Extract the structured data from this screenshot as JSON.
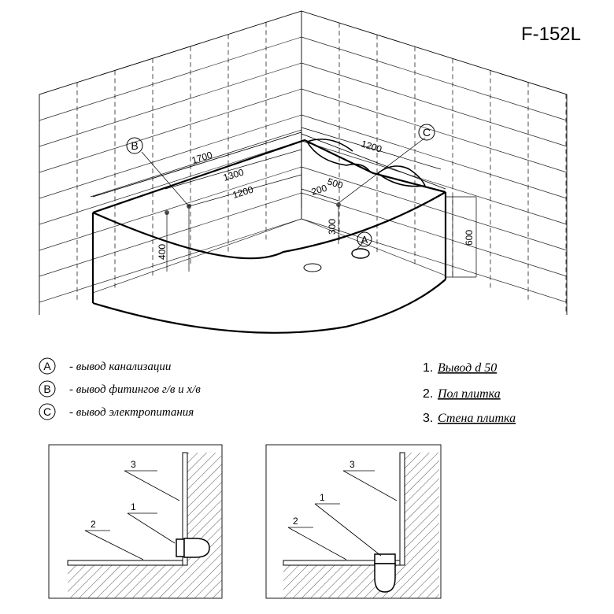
{
  "model": "F-152L",
  "dimensions": {
    "length_outer": "1700",
    "length_inner": "1300",
    "length_wall": "1200",
    "width_outer": "1200",
    "corner_radius": "500",
    "offset": "200",
    "fitting_height": "300",
    "apron_height": "400",
    "total_height": "600"
  },
  "markers": {
    "a": "A",
    "b": "B",
    "c": "C"
  },
  "legend": [
    {
      "letter": "A",
      "text": "- вывод канализации"
    },
    {
      "letter": "B",
      "text": "- вывод фитингов г/в и х/в"
    },
    {
      "letter": "C",
      "text": "- вывод электропитания"
    }
  ],
  "notes": [
    {
      "num": "1.",
      "text": "Вывод d 50"
    },
    {
      "num": "2.",
      "text": "Пол плитка"
    },
    {
      "num": "3.",
      "text": "Стена плитка"
    }
  ],
  "detail_labels": {
    "one": "1",
    "two": "2",
    "three": "3"
  },
  "colors": {
    "line": "#000000",
    "hatch": "#555555",
    "dash": "#222222"
  }
}
